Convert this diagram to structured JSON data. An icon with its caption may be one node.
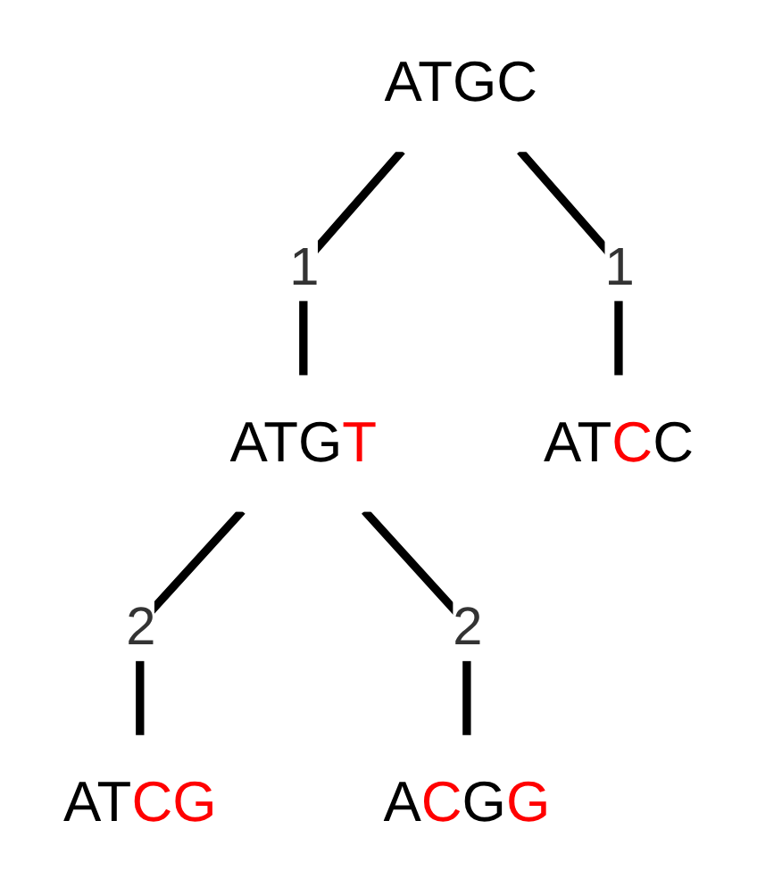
{
  "diagram": {
    "nodes": [
      {
        "text": [
          "ATGC"
        ]
      },
      {
        "text": [
          "ATGT"
        ]
      },
      {
        "text": [
          "ATCC"
        ]
      },
      {
        "text": [
          "ATCG"
        ]
      },
      {
        "text": [
          "ACGG"
        ]
      }
    ],
    "edges": [
      {
        "from": 0,
        "to": 1,
        "arrow": "none",
        "label": "1"
      },
      {
        "from": 0,
        "to": 2,
        "arrow": "none",
        "label": "1"
      },
      {
        "from": 1,
        "to": 3,
        "arrow": "none",
        "label": "2"
      },
      {
        "from": 1,
        "to": 4,
        "arrow": "none",
        "label": "2"
      }
    ]
  }
}
